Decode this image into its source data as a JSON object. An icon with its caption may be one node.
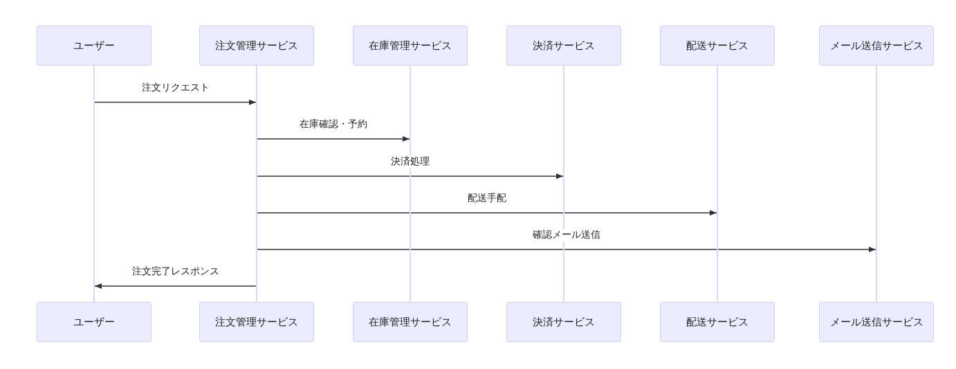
{
  "diagram": {
    "nodes": [
      {
        "text": [
          "ユーザー"
        ]
      },
      {
        "text": [
          "注文管理サービス"
        ]
      },
      {
        "text": [
          "在庫管理サービス"
        ]
      },
      {
        "text": [
          "決済サービス"
        ]
      },
      {
        "text": [
          "配送サービス"
        ]
      },
      {
        "text": [
          "メール送信サービス"
        ]
      },
      {
        "text": [],
        "shape": "line"
      },
      {
        "text": [],
        "shape": "line"
      },
      {
        "text": [],
        "shape": "line"
      },
      {
        "text": [],
        "shape": "line"
      },
      {
        "text": [],
        "shape": "line"
      },
      {
        "text": [],
        "shape": "line"
      },
      {
        "text": [
          "ユーザー"
        ]
      },
      {
        "text": [
          "注文管理サービス"
        ]
      },
      {
        "text": [
          "在庫管理サービス"
        ]
      },
      {
        "text": [
          "決済サービス"
        ]
      },
      {
        "text": [
          "配送サービス"
        ]
      },
      {
        "text": [
          "メール送信サービス"
        ]
      }
    ],
    "edges": [
      {
        "from": 6,
        "to": 7,
        "arrow": "to",
        "label": "注文リクエスト"
      },
      {
        "from": 7,
        "to": 8,
        "arrow": "to",
        "label": "在庫確認・予約"
      },
      {
        "from": 7,
        "to": 9,
        "arrow": "to",
        "label": "決済処理"
      },
      {
        "from": 7,
        "to": 10,
        "arrow": "to",
        "label": "配送手配"
      },
      {
        "from": 7,
        "to": 11,
        "arrow": "to",
        "label": "確認メール送信"
      },
      {
        "from": 7,
        "to": 6,
        "arrow": "to",
        "label": "注文完了レスポンス"
      }
    ]
  }
}
